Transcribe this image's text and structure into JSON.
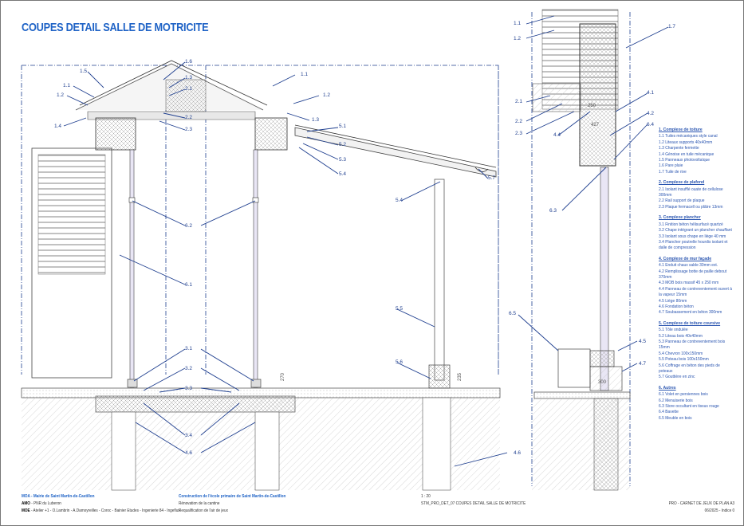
{
  "title": "COUPES DETAIL SALLE DE MOTRICITE",
  "callouts": {
    "l_1_5": "1.5",
    "l_1_1": "1.1",
    "l_1_2": "1.2",
    "l_1_4": "1.4",
    "l_1_6": "1.6",
    "l_1_3": "1.3",
    "l_2_1": "2.1",
    "l_2_2": "2.2",
    "l_2_3": "2.3",
    "r_1_1": "1.1",
    "r_1_2": "1.2",
    "r_1_3": "1.3",
    "l_5_1": "5.1",
    "l_5_2": "5.2",
    "l_5_3": "5.3",
    "l_5_4": "5.4",
    "l_5_7": "5.7",
    "l_5_4b": "5.4",
    "l_6_2": "6.2",
    "l_6_1": "6.1",
    "l_5_5": "5.5",
    "l_5_6": "5.6",
    "l_3_1": "3.1",
    "l_3_2": "3.2",
    "l_3_3": "3.3",
    "l_3_4": "3.4",
    "l_4_6": "4.6",
    "l_4_6b": "4.6",
    "l_6_5": "6.5",
    "s_1_1": "1.1",
    "s_1_2": "1.2",
    "s_1_7": "1.7",
    "s_2_1": "2.1",
    "s_2_2": "2.2",
    "s_2_3": "2.3",
    "s_4_4": "4.4",
    "s_4_1": "4.1",
    "s_4_2": "4.2",
    "s_6_4": "6.4",
    "s_6_3": "6.3",
    "s_4_5": "4.5",
    "s_4_7": "4.7"
  },
  "dimensions": {
    "d250": "250",
    "d427": "427",
    "d270": "270",
    "d235": "235",
    "d300": "300"
  },
  "legend": [
    {
      "heading": "1. Complexe de toiture",
      "items": [
        "1.1 Tuiles mécaniques style canal",
        "1.2 Liteaux supports 40x40mm",
        "1.3 Charpente fermette",
        "1.4 Génoise en tuile mécanique",
        "1.5 Panneaux photovoltaïque",
        "1.6 Pare pluie",
        "1.7 Tuile de rive"
      ]
    },
    {
      "heading": "2. Complexe de plafond",
      "items": [
        "2.1 Isolant insufflé ouate de cellulose 300mm",
        "2.2 Rail support de plaque",
        "2.3 Plaque fermacell ou plâtre 13mm"
      ]
    },
    {
      "heading": "3. Complexe plancher",
      "items": [
        "3.1 Finition béton hélisurfacé quartzé",
        "3.2 Chape intégrant un plancher chauffant",
        "3.3 Isolant sous chape en liège 40 mm",
        "3.4 Plancher poutrelle hourdis isolant et dalle de compression"
      ]
    },
    {
      "heading": "4. Complexe de mur façade",
      "items": [
        "4.1 Enduit chaux sable 30mm ext.",
        "4.2 Remplissage botte de paille debout 370mm",
        "4.3 MOB bois massif 45 x 250 mm",
        "4.4 Panneau de contreventement ouvert à la vapeur 15mm",
        "4.5 Liège 80mm",
        "4.6  Fondation béton",
        "4.7 Soubassement en béton 300mm"
      ]
    },
    {
      "heading": "5. Complexe de toiture coursive",
      "items": [
        "5.1 Tôle ondulée",
        "5.2 Liteau bois 40x40mm",
        "5.3 Panneau de contreventement bois 15mm",
        "5.4 Chevron 100x150mm",
        "5.5 Poteau bois 100x150mm",
        "5.6 Coffrage en béton des pieds de poteaux",
        "5.7 Gouttière en zinc"
      ]
    },
    {
      "heading": "6. Autres",
      "items": [
        "6.1 Volet en persiennes bois",
        "6.2 Menuiserie bois",
        "6.3 Store occultant en tissus rouge",
        "6.4 Bavette",
        "6.5 Meuble en bois"
      ]
    }
  ],
  "footer": {
    "moa": "MOA - Mairie de Saint Martin-de-Castillon",
    "amo_label": "AMO",
    "amo": " - PNR du Luberon",
    "moe_label": "MOE",
    "moe": " - Atelier +1 - O.Lambrin - A.Damoyreilles - Coroc - Bainier Etudes - Ingenierie 84 - Ingeflux",
    "project": "Construction de l'école primaire de Saint Martin-de-Castillon",
    "line1": "Rénovation de la cantine",
    "line2": "Requalification de l'air de jeux",
    "scale": "1 : 20",
    "ref": "STM_PRO_DET_07 COUPES DETAIL SALLE DE MOTRICITE",
    "phase": "PRO - CARNET DE JEUX DE PLAN A3",
    "date": "06/2025 - Indice 0"
  },
  "colors": {
    "accent": "#1f63c6",
    "callout": "#1f3f8f"
  }
}
